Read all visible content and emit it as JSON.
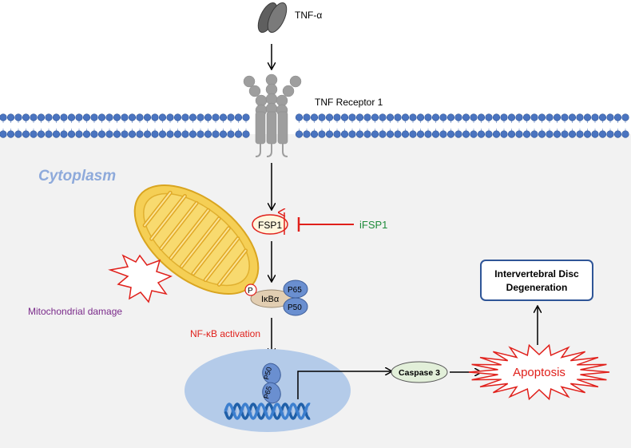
{
  "labels": {
    "tnf_alpha": "TNF-α",
    "tnf_receptor": "TNF Receptor 1",
    "cytoplasm": "Cytoplasm",
    "fsp1": "FSP1",
    "ifsp1": "iFSP1",
    "phospho": "P",
    "ikba": "IκBα",
    "p65": "P65",
    "p50": "P50",
    "mito_damage": "Mitochondrial damage",
    "nfkb_activation": "NF-κB activation",
    "caspase3": "Caspase 3",
    "apoptosis": "Apoptosis",
    "ivdd_line1": "Intervertebral Disc",
    "ivdd_line2": "Degeneration"
  },
  "colors": {
    "membrane": "#4a74c0",
    "cytoplasm": "#f2f2f2",
    "nucleus": "#b4cbe9",
    "cytoplasm_text": "#8eaadb",
    "inhibitor": "#e0201b",
    "ifsp1_text": "#1f8c3b",
    "mito_text": "#7a2a8a",
    "nfkb_text": "#e0201b",
    "ivdd_border": "#2f5597",
    "p65_fill": "#6a8fd0",
    "mito_fill": "#f5cf55"
  }
}
